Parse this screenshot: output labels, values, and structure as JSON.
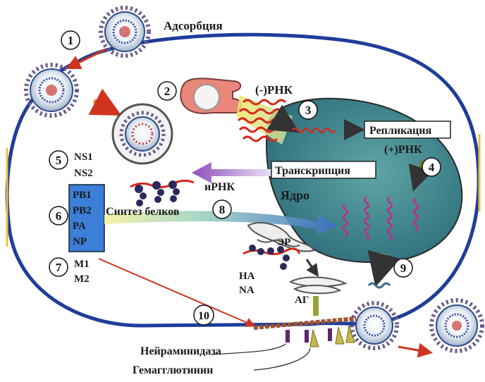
{
  "labels": {
    "adsorption": "Адсорбция",
    "neg_rna": "(-)РНК",
    "replication": "Репликация",
    "pos_rna": "(+)РНК",
    "transcription": "Транскрипция",
    "mrna": "иРНК",
    "nucleus": "Ядро",
    "protein_synthesis": "Синтез белков",
    "ns1": "NS1",
    "ns2": "NS2",
    "pb1": "PB1",
    "pb2": "PB2",
    "pa": "PA",
    "np": "NP",
    "m1": "M1",
    "m2": "M2",
    "er": "ЭР",
    "ha": "HA",
    "na": "NA",
    "golgi": "АГ",
    "neuraminidase": "Нейраминидаза",
    "hemagglutinin": "Гемагглютинин"
  },
  "steps": [
    "1",
    "2",
    "3",
    "4",
    "5",
    "6",
    "7",
    "8",
    "9",
    "10"
  ],
  "colors": {
    "nucleus_fill": "#3f8a8e",
    "cell_outline": "#1f3d99",
    "protein_box": "#3b7fd8",
    "red_arrow": "#d0341e",
    "rna_red": "#d6281c"
  }
}
